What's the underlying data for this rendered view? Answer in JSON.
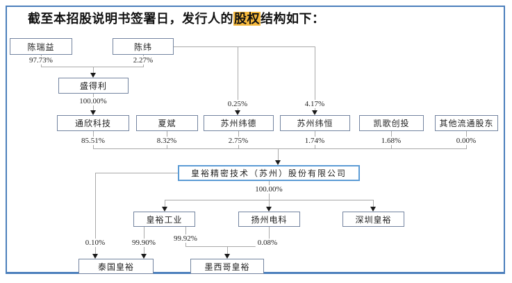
{
  "title": {
    "prefix": "截至本招股说明书签署日，发行人的",
    "highlight": "股权",
    "suffix": "结构如下："
  },
  "colors": {
    "page_border": "#4a7ebb",
    "box_border": "#72839f",
    "issuer_box_border": "#5b9bd5",
    "connector_line": "#a8a8a8",
    "title_highlight": "#f6b93d"
  },
  "diagram": {
    "nodes": [
      {
        "id": "chen-ruiyi",
        "name": "陈瑞益"
      },
      {
        "id": "chen-wei",
        "name": "陈纬"
      },
      {
        "id": "shengdeli",
        "name": "盛得利"
      },
      {
        "id": "tongxin-keji",
        "name": "通欣科技"
      },
      {
        "id": "xia-bin",
        "name": "夏斌"
      },
      {
        "id": "suzhou-weide",
        "name": "苏州纬德"
      },
      {
        "id": "suzhou-weiheng",
        "name": "苏州纬恒"
      },
      {
        "id": "kaige-chuangtou",
        "name": "凯歌创投"
      },
      {
        "id": "qita-liutong-gudong",
        "name": "其他流通股东"
      },
      {
        "id": "issuer",
        "name": "皇裕精密技术（苏州）股份有限公司"
      },
      {
        "id": "huangyu-gongye",
        "name": "皇裕工业"
      },
      {
        "id": "yangzhou-dianke",
        "name": "扬州电科"
      },
      {
        "id": "shenzhen-huangyu",
        "name": "深圳皇裕"
      },
      {
        "id": "taiguo-huangyu",
        "name": "泰国皇裕"
      },
      {
        "id": "moxige-huangyu",
        "name": "墨西哥皇裕"
      }
    ],
    "edges": [
      {
        "id": "e-chenruiyi-shengdeli",
        "from": "陈瑞益",
        "to": "盛得利",
        "percent": "97.73%"
      },
      {
        "id": "e-chenwei-shengdeli",
        "from": "陈纬",
        "to": "盛得利",
        "percent": "2.27%"
      },
      {
        "id": "e-shengdeli-tongxin",
        "from": "盛得利",
        "to": "通欣科技",
        "percent": "100.00%"
      },
      {
        "id": "e-chenwei-weide",
        "from": "陈纬",
        "to": "苏州纬德",
        "percent": "0.25%"
      },
      {
        "id": "e-chenwei-weiheng",
        "from": "陈纬",
        "to": "苏州纬恒",
        "percent": "4.17%"
      },
      {
        "id": "e-tongxin-issuer",
        "from": "通欣科技",
        "to": "皇裕精密技术（苏州）股份有限公司",
        "percent": "85.51%"
      },
      {
        "id": "e-xiabin-issuer",
        "from": "夏斌",
        "to": "皇裕精密技术（苏州）股份有限公司",
        "percent": "8.32%"
      },
      {
        "id": "e-weide-issuer",
        "from": "苏州纬德",
        "to": "皇裕精密技术（苏州）股份有限公司",
        "percent": "2.75%"
      },
      {
        "id": "e-weiheng-issuer",
        "from": "苏州纬恒",
        "to": "皇裕精密技术（苏州）股份有限公司",
        "percent": "1.74%"
      },
      {
        "id": "e-kaige-issuer",
        "from": "凯歌创投",
        "to": "皇裕精密技术（苏州）股份有限公司",
        "percent": "1.68%"
      },
      {
        "id": "e-qita-issuer",
        "from": "其他流通股东",
        "to": "皇裕精密技术（苏州）股份有限公司",
        "percent": "0.00%"
      },
      {
        "id": "e-issuer-subs",
        "from": "皇裕精密技术（苏州）股份有限公司",
        "to": "皇裕工业、扬州电科、深圳皇裕",
        "percent": "100.00%"
      },
      {
        "id": "e-issuer-taiguo",
        "from": "皇裕精密技术（苏州）股份有限公司",
        "to": "泰国皇裕",
        "percent": "0.10%"
      },
      {
        "id": "e-gongye-taiguo",
        "from": "皇裕工业",
        "to": "泰国皇裕",
        "percent": "99.90%"
      },
      {
        "id": "e-gongye-moxige",
        "from": "皇裕工业",
        "to": "墨西哥皇裕",
        "percent": "99.92%"
      },
      {
        "id": "e-dianke-moxige",
        "from": "扬州电科",
        "to": "墨西哥皇裕",
        "percent": "0.08%"
      }
    ]
  }
}
